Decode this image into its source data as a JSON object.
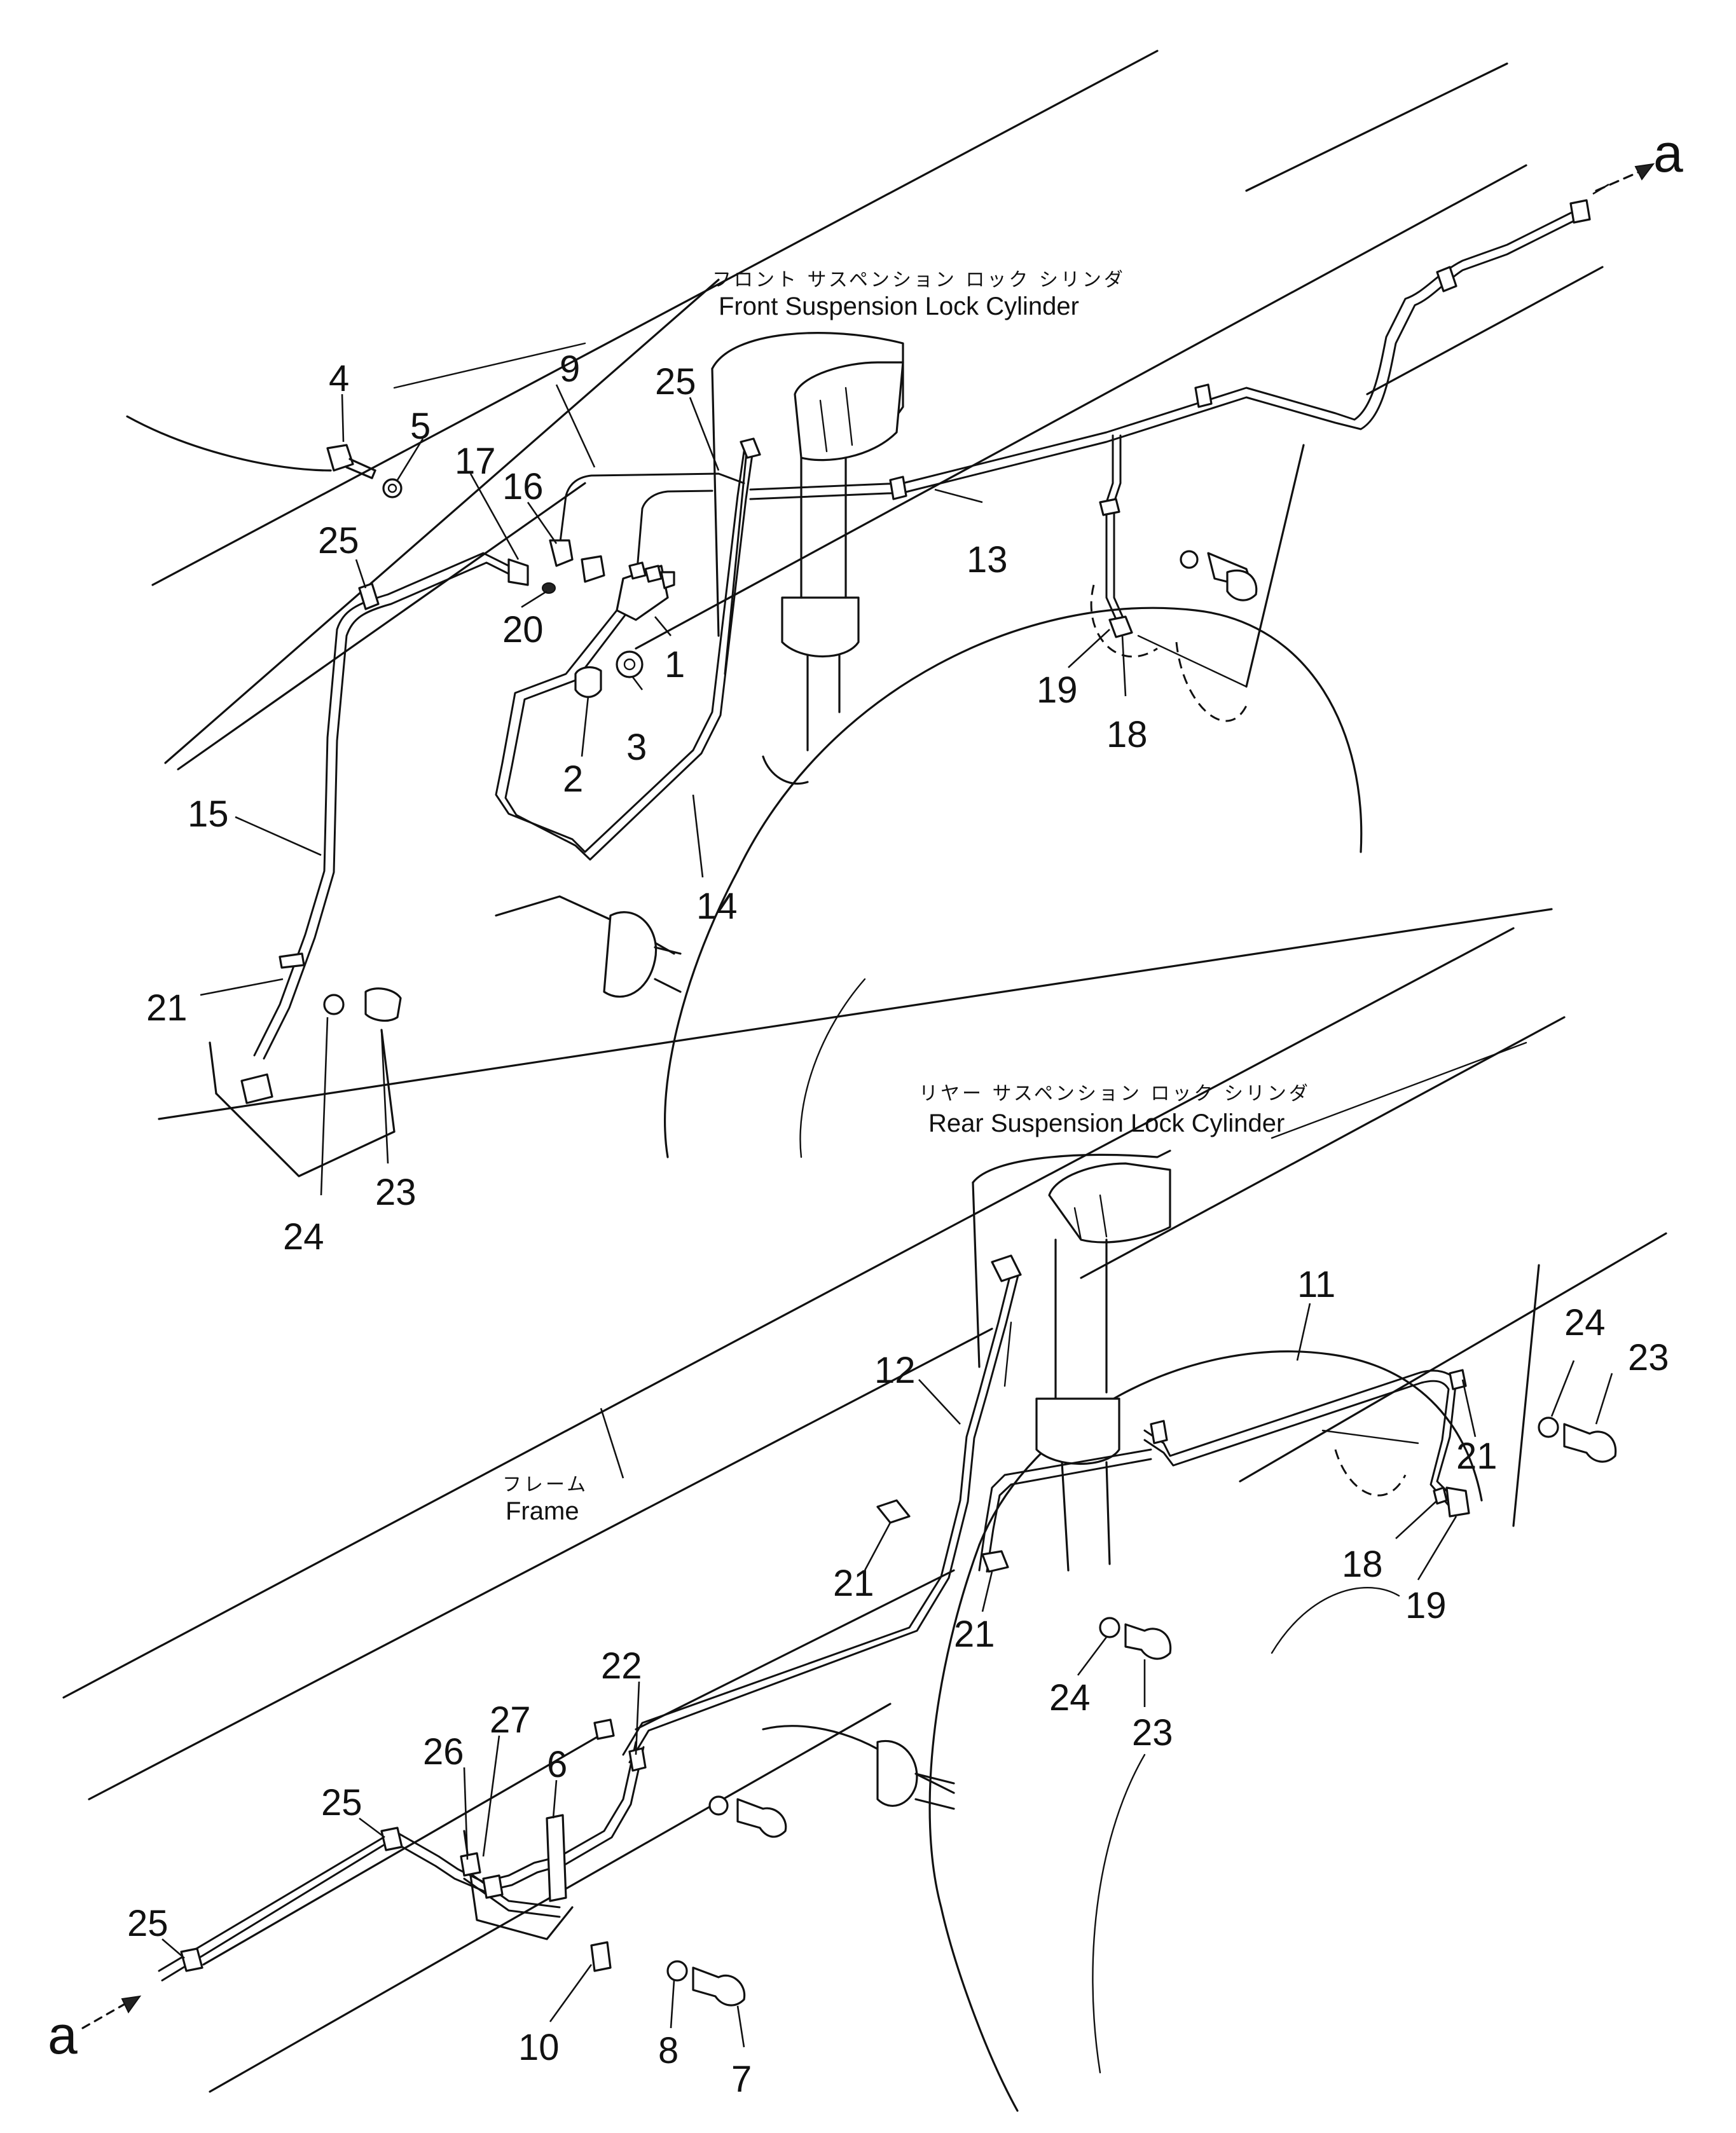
{
  "captions": {
    "front_jp": "フロント サスペンション ロック シリンダ",
    "front_en": "Front Suspension Lock Cylinder",
    "rear_jp": "リヤー サスペンション ロック シリンダ",
    "rear_en": "Rear Suspension Lock Cylinder",
    "frame_jp": "フレーム",
    "frame_en": "Frame"
  },
  "refs": {
    "top_a": "a",
    "bottom_a": "a"
  },
  "front": {
    "n4": "4",
    "n5": "5",
    "n9": "9",
    "n25a": "25",
    "n17": "17",
    "n16": "16",
    "n25b": "25",
    "n20": "20",
    "n1": "1",
    "n3": "3",
    "n2": "2",
    "n13": "13",
    "n19": "19",
    "n18": "18",
    "n15": "15",
    "n14": "14",
    "n21": "21",
    "n23": "23",
    "n24": "24"
  },
  "rear": {
    "n11": "11",
    "n24a": "24",
    "n23a": "23",
    "n12": "12",
    "n21a": "21",
    "n21b": "21",
    "n21c": "21",
    "n18": "18",
    "n19": "19",
    "n24b": "24",
    "n23b": "23",
    "n22": "22",
    "n27": "27",
    "n26": "26",
    "n6": "6",
    "n25a": "25",
    "n25b": "25",
    "n8": "8",
    "n10": "10",
    "n7": "7"
  }
}
